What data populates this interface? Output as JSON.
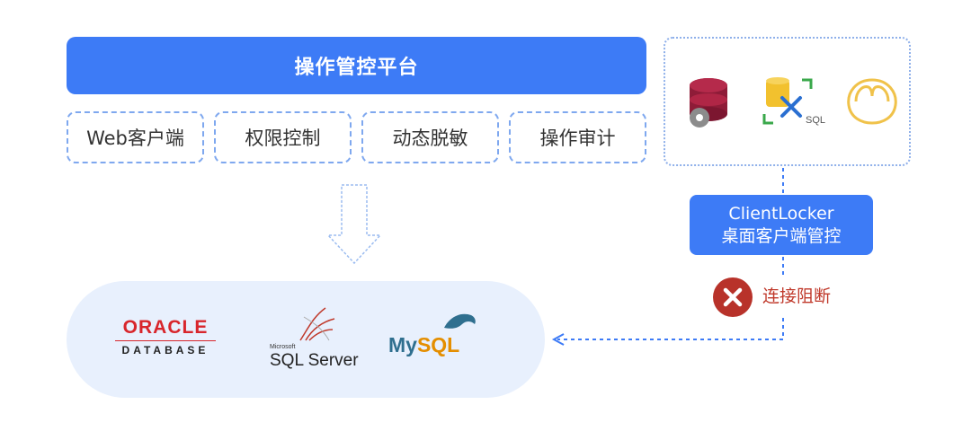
{
  "platform": {
    "title": "操作管控平台"
  },
  "features": [
    {
      "label": "Web客户端"
    },
    {
      "label": "权限控制"
    },
    {
      "label": "动态脱敏"
    },
    {
      "label": "操作审计"
    }
  ],
  "client_locker": {
    "line1": "ClientLocker",
    "line2": "桌面客户端管控"
  },
  "block": {
    "label": "连接阻断"
  },
  "databases": {
    "oracle": {
      "name": "ORACLE",
      "sub": "DATABASE"
    },
    "sqlserver": {
      "brand": "Microsoft",
      "name": "SQL Server"
    },
    "mysql": {
      "name_my": "My",
      "name_sql": "SQL"
    }
  },
  "tool_icons": {
    "tool1": {
      "icon": "database-gear-icon"
    },
    "tool2": {
      "icon": "sql-tool-icon",
      "label": "SQL"
    },
    "tool3": {
      "icon": "navicat-icon"
    }
  },
  "colors": {
    "accent": "#3d7bf6",
    "block_red": "#c0392b",
    "pill_bg": "#e8f0fd"
  }
}
